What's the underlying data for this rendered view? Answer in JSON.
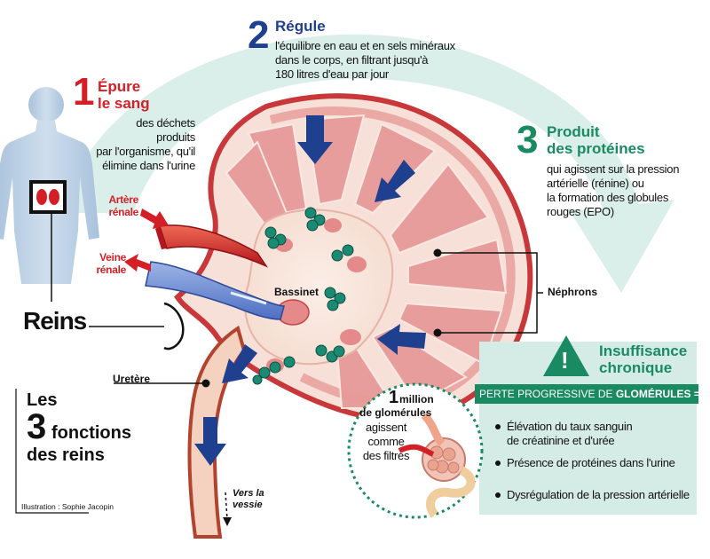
{
  "functions": [
    {
      "number": "1",
      "title_line1": "Épure",
      "title_line2": "le sang",
      "text_lines": [
        "des déchets produits",
        "par l'organisme, qu'il",
        "élimine dans l'urine"
      ]
    },
    {
      "number": "2",
      "title_line1": "Régule",
      "title_line2": "",
      "text_lines": [
        "l'équilibre en eau et en sels minéraux",
        "dans le corps, en filtrant jusqu'à",
        "180 litres d'eau par jour"
      ]
    },
    {
      "number": "3",
      "title_line1": "Produit",
      "title_line2": "des protéines",
      "text_lines": [
        "qui agissent sur la pression",
        "artérielle (rénine) ou",
        "la formation des globules",
        "rouges (EPO)"
      ]
    }
  ],
  "labels": {
    "artere": [
      "Artère",
      "rénale"
    ],
    "veine": [
      "Veine",
      "rénale"
    ],
    "reins": "Reins",
    "bassinet": "Bassinet",
    "nephrons": "Néphrons",
    "uretere": "Uretère",
    "vessie": [
      "Vers la",
      "vessie"
    ]
  },
  "title": {
    "line1": "Les",
    "number": "3",
    "line2": "fonctions",
    "line3": "des reins"
  },
  "credit": "Illustration : Sophie Jacopin",
  "glomerules": {
    "count": "1",
    "unit": "million",
    "line2": "de glomérules",
    "lines": [
      "agissent",
      "comme",
      "des filtres"
    ]
  },
  "insuffisance": {
    "title_line1": "Insuffisance",
    "title_line2": "chronique",
    "warning": "!",
    "bar_prefix": "PERTE PROGRESSIVE DE ",
    "bar_strong": "GLOMÉRULES =",
    "items": [
      {
        "line1": "Élévation du taux sanguin",
        "line2": "de créatinine et d'urée"
      },
      {
        "line1": "Présence de protéines dans l'urine",
        "line2": ""
      },
      {
        "line1": "Dysrégulation de la pression artérielle",
        "line2": ""
      }
    ]
  },
  "colors": {
    "red": "#d51f27",
    "blue": "#1f3f8f",
    "green": "#1a8a62",
    "mint": "#d5ece6",
    "kidney": "#f3cdc6"
  }
}
